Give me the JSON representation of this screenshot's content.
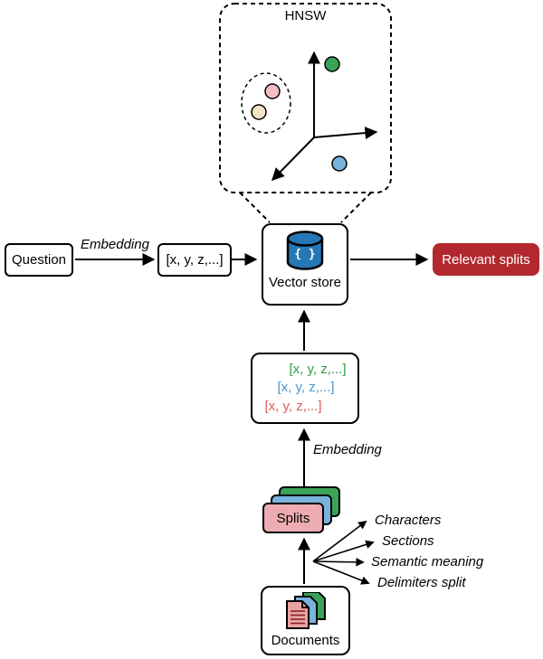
{
  "diagram": {
    "hnsw": {
      "label": "HNSW",
      "points": [
        {
          "name": "green-point",
          "color": "#3aa358"
        },
        {
          "name": "pink-point",
          "color": "#f3bdc3"
        },
        {
          "name": "cream-point",
          "color": "#f6e4c4"
        },
        {
          "name": "blue-point",
          "color": "#79b3dc"
        }
      ]
    },
    "question": {
      "label": "Question"
    },
    "query_flow": {
      "embedding_label": "Embedding",
      "vector_text": "[x, y, z,...]"
    },
    "vector_store": {
      "label": "Vector store",
      "braces": "{ }",
      "cylinder_color": "#2577b5"
    },
    "relevant_splits": {
      "label": "Relevant splits",
      "color": "#b2282e"
    },
    "embeddings_box": {
      "lines": [
        {
          "text": "[x, y, z,...]",
          "color": "#2f9e44"
        },
        {
          "text": "[x, y, z,...]",
          "color": "#4d94c9"
        },
        {
          "text": "[x, y, z,...]",
          "color": "#e05c5c"
        }
      ]
    },
    "splits_flow": {
      "embedding_label": "Embedding"
    },
    "splits": {
      "label": "Splits",
      "colors": {
        "front": "#ecacb1",
        "middle": "#79b3dc",
        "back": "#3aa358"
      }
    },
    "split_methods": [
      "Characters",
      "Sections",
      "Semantic meaning",
      "Delimiters split"
    ],
    "documents": {
      "label": "Documents",
      "colors": {
        "front": "#e9a3a3",
        "middle": "#79b3dc",
        "back": "#3aa358"
      }
    }
  }
}
